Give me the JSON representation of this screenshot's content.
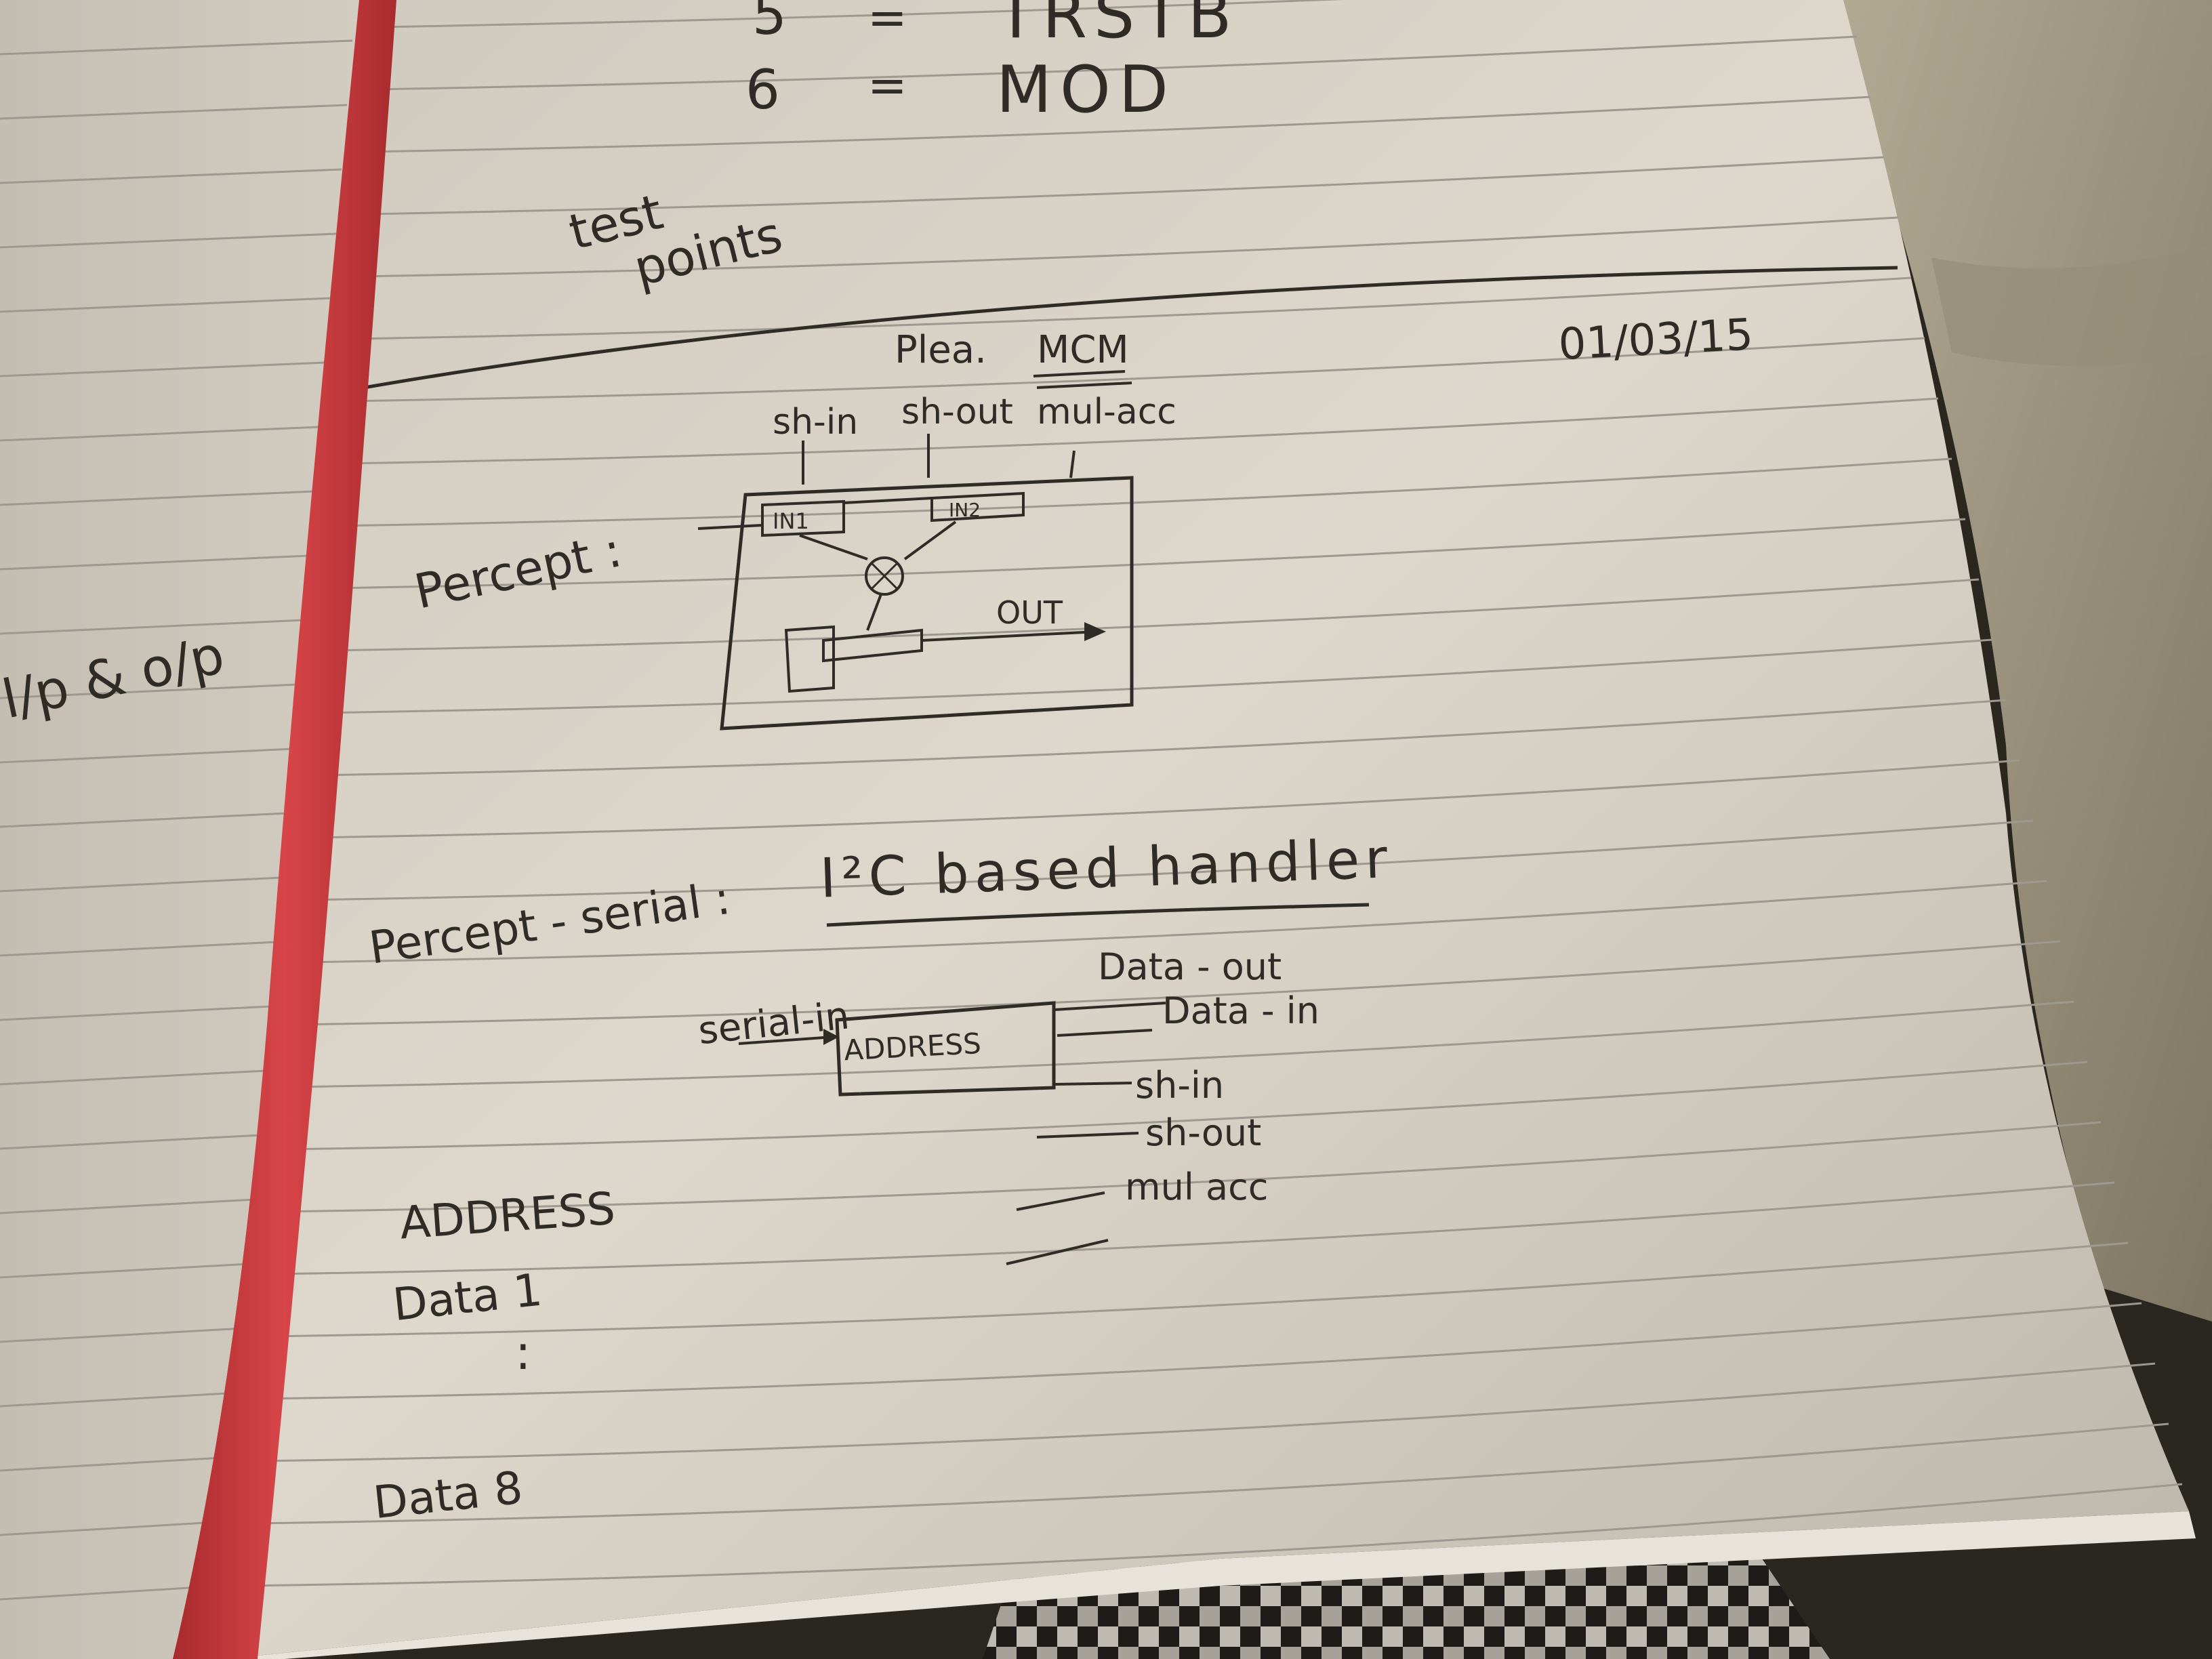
{
  "top_list": {
    "row5_number": "5",
    "row5_sep": "=",
    "row5_value": "TRSTB",
    "row6_number": "6",
    "row6_sep": "=",
    "row6_value": "MOD"
  },
  "test_points": {
    "line1": "test",
    "line2": "points"
  },
  "left_margin_note": "l/p & o/p",
  "date": "01/03/15",
  "percept": {
    "label": "Percept :",
    "header_left": "Plea.",
    "header_right": "MCM",
    "signal_sh_in": "sh-in",
    "signal_sh_out": "sh-out",
    "signal_mul_acc": "mul-acc",
    "reg1_label": "IN1",
    "reg2_label": "IN2",
    "out_label": "OUT"
  },
  "percept_serial": {
    "label": "Percept - serial :",
    "title": "I²C based handler",
    "serial_in": "serial-in",
    "address_block": "ADDRESS",
    "data_out": "Data - out",
    "data_in": "Data - in",
    "sh_in": "sh-in",
    "sh_out": "sh-out",
    "mul_acc": "mul acc"
  },
  "bottom_list": {
    "address": "ADDRESS",
    "data1": "Data 1",
    "ellipsis": ":",
    "data8": "Data 8"
  },
  "colors": {
    "paper": "#dcd6cb",
    "ink": "#2f2b27",
    "ruling": "#9d9890",
    "ribbon": "#c8383b",
    "cloth": "#a99f89",
    "background": "#2a2620"
  }
}
